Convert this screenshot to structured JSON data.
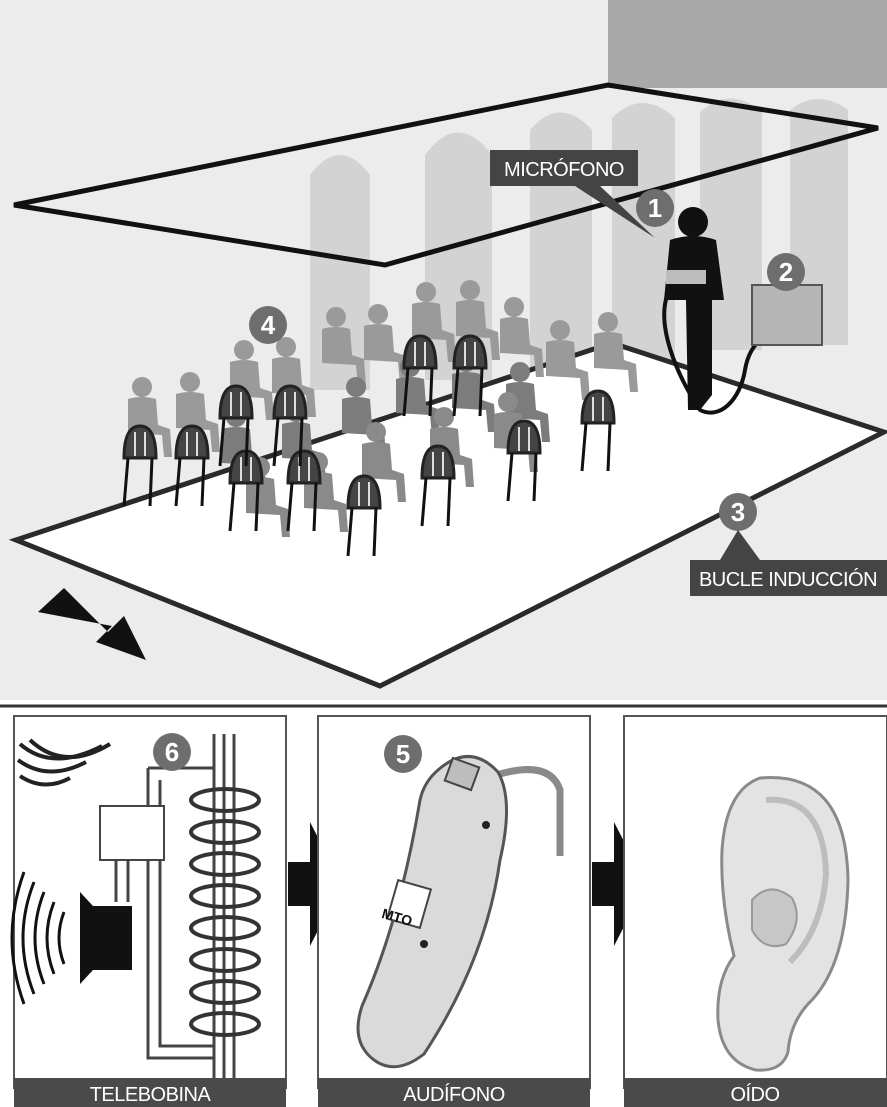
{
  "labels": {
    "microphone": "MICRÓFONO",
    "induction_loop": "BUCLE INDUCCIÓN",
    "telecoil": "TELEBOBINA",
    "hearing_aid": "AUDÍFONO",
    "ear": "OÍDO"
  },
  "markers": {
    "m1": "1",
    "m2": "2",
    "m3": "3",
    "m4": "4",
    "m5": "5",
    "m6": "6"
  },
  "device_text": "MTO"
}
